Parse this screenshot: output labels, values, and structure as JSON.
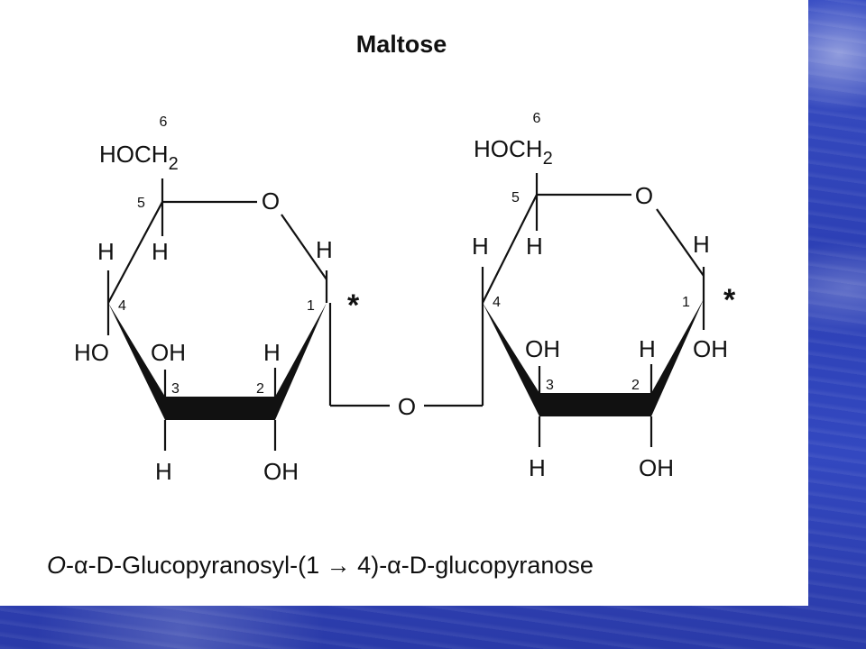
{
  "title": "Maltose",
  "caption": {
    "o": "O",
    "rest": "-α-D-Glucopyranosyl-(1 → 4)-α-D-glucopyranose"
  },
  "ring_left": {
    "hoch2": "HOCH",
    "sub2": "2",
    "c6": "6",
    "c5": "5",
    "c4": "4",
    "c3": "3",
    "c2": "2",
    "c1": "1",
    "ring_o": "O",
    "h5": "H",
    "h4": "H",
    "h1": "H",
    "ho4": "HO",
    "oh3": "OH",
    "h2": "H",
    "h3": "H",
    "oh2": "OH",
    "star": "*"
  },
  "bridge_o": "O",
  "ring_right": {
    "hoch2": "HOCH",
    "sub2": "2",
    "c6": "6",
    "c5": "5",
    "c4": "4",
    "c3": "3",
    "c2": "2",
    "c1": "1",
    "ring_o": "O",
    "h5": "H",
    "h4": "H",
    "h1": "H",
    "oh3": "OH",
    "h2": "H",
    "oh1": "OH",
    "h3": "H",
    "oh2": "OH",
    "star": "*"
  },
  "colors": {
    "background": "#2f43b8",
    "panel": "#ffffff",
    "ink": "#111111"
  }
}
